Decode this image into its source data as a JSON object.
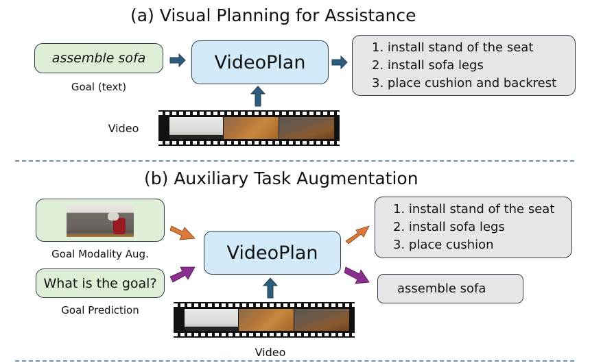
{
  "section_a": {
    "title": "(a) Visual Planning for Assistance",
    "goal_box_text": "assemble sofa",
    "goal_caption": "Goal (text)",
    "model_label": "VideoPlan",
    "video_caption": "Video",
    "output_steps": [
      "1. install stand of the seat",
      "2. install sofa legs",
      "3. place cushion and backrest"
    ]
  },
  "section_b": {
    "title": "(b) Auxiliary Task Augmentation",
    "goal_image_caption": "Goal Modality Aug.",
    "goal_question_text": "What is the goal?",
    "goal_question_caption": "Goal Prediction",
    "model_label": "VideoPlan",
    "video_caption": "Video",
    "output_steps": [
      "1. install stand of the seat",
      "2. install sofa legs",
      "3. place cushion"
    ],
    "output_goal": "assemble sofa"
  },
  "colors": {
    "goal_box": "#dfeed6",
    "model_box": "#d3ebf8",
    "output_box": "#e6e6e6",
    "arrow_blue": "#2e5d7c",
    "arrow_orange": "#dc7a3c",
    "arrow_purple": "#8b2f8f",
    "divider": "#6d8ea6"
  }
}
